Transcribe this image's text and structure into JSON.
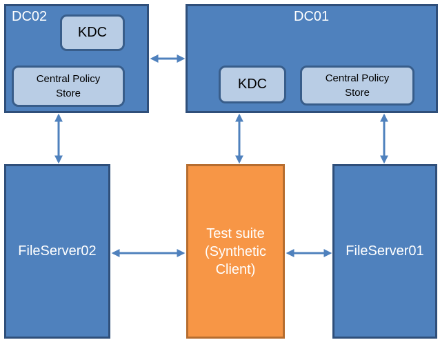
{
  "dc02": {
    "title": "DC02",
    "kdc": "KDC",
    "central_policy_store": "Central Policy\nStore"
  },
  "dc01": {
    "title": "DC01",
    "kdc": "KDC",
    "central_policy_store": "Central Policy\nStore"
  },
  "fileserver02": {
    "label": "FileServer02"
  },
  "test_suite": {
    "label": "Test suite\n(Synthetic\nClient)"
  },
  "fileserver01": {
    "label": "FileServer01"
  },
  "colors": {
    "dc_fill": "#4f81bd",
    "inner_fill": "#b9cde5",
    "suite_fill": "#f79646",
    "arrow": "#4f81bd"
  }
}
